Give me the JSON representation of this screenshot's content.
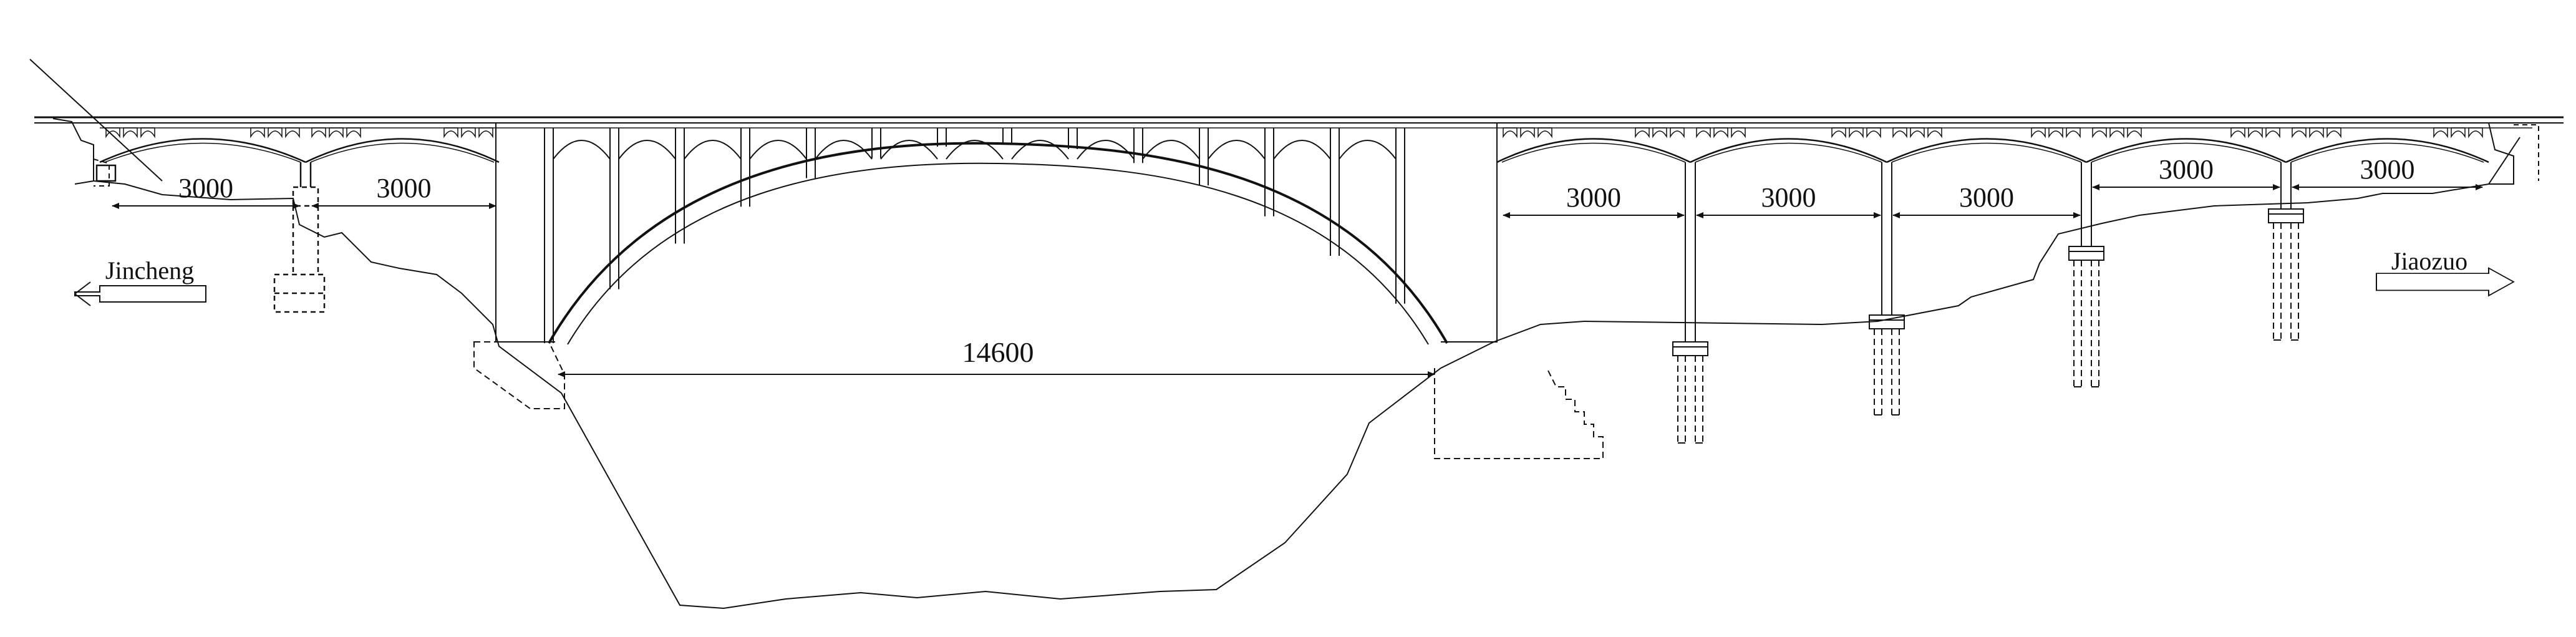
{
  "diagram": {
    "ink": "#111111",
    "background": "#ffffff",
    "left_direction": "Jincheng",
    "right_direction": "Jiaozuo",
    "main_span": "14600",
    "left_spans": [
      "3000",
      "3000"
    ],
    "right_spans": [
      "3000",
      "3000",
      "3000",
      "3000",
      "3000"
    ]
  }
}
